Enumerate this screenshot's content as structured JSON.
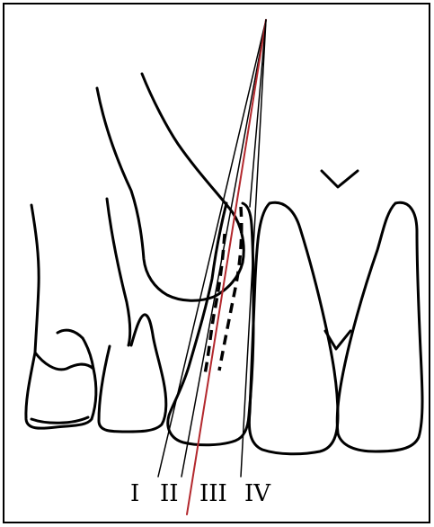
{
  "labels": {
    "line_1": "I",
    "line_2": "II",
    "line_3": "III",
    "line_4": "IV"
  },
  "colors": {
    "outline": "#000000",
    "reference_line": "#b3282d",
    "background": "#ffffff"
  }
}
